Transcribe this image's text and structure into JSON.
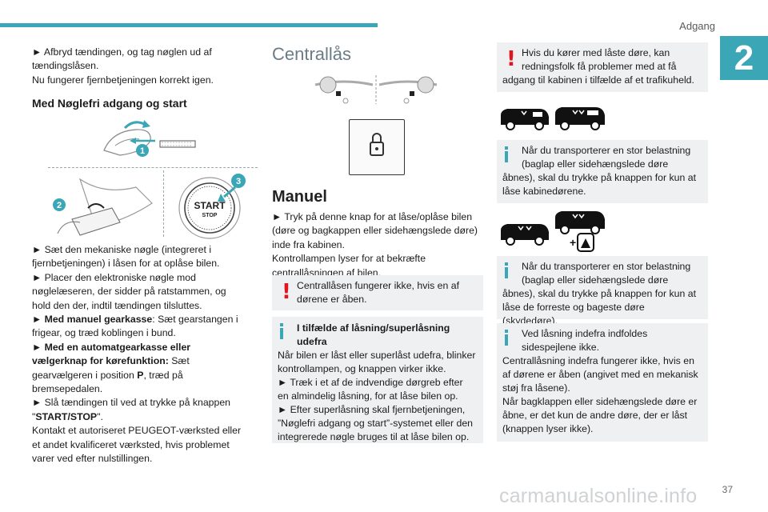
{
  "header": {
    "section": "Adgang",
    "chapter": "2",
    "page_number": "37"
  },
  "watermark": "carmanualsonline.info",
  "left": {
    "intro_1": "► Afbryd tændingen, og tag nøglen ud af",
    "intro_2": "tændingslåsen.",
    "intro_3": "Nu fungerer fjernbetjeningen korrekt igen.",
    "heading": "Med Nøglefri adgang og start",
    "callout_1": "1",
    "callout_2": "2",
    "callout_3": "3",
    "start_button_line1": "START",
    "start_button_line2": "STOP",
    "lines": [
      "► Sæt den mekaniske nøgle (integreret i",
      "fjernbetjeningen) i låsen for at oplåse bilen.",
      "► Placer den elektroniske nøgle mod",
      "nøglelæseren, der sidder på ratstammen, og",
      "hold den der, indtil tændingen tilsluttes."
    ],
    "manual_bold": "► Med manuel gearkasse",
    "manual_rest": ": Sæt gearstangen i",
    "line_frigear": "frigear, og træd koblingen i bund.",
    "auto_bold_1": "► Med en automatgearkasse eller",
    "auto_bold_2": "vælgerknap for kørefunktion:",
    "auto_rest": " Sæt",
    "line_pos_1": "gearvælgeren i position ",
    "line_pos_p": "P",
    "line_pos_2": ", træd på",
    "line_brake": "bremsepedalen.",
    "line_start_1": "► Slå tændingen til ved at trykke på knappen",
    "line_start_q1": "\"",
    "line_start_bold": "START/STOP",
    "line_start_q2": "\".",
    "outro": [
      "Kontakt et autoriseret PEUGEOT-værksted eller",
      "et andet kvalificeret værksted, hvis problemet",
      "varer ved efter nulstillingen."
    ]
  },
  "middle": {
    "title": "Centrallås",
    "subtitle": "Manuel",
    "body": [
      "► Tryk på denne knap for at låse/oplåse bilen",
      "(døre og bagkappen eller sidehængslede døre)",
      "inde fra kabinen.",
      "Kontrollampen lyser for at bekræfte",
      "centrallåsningen af bilen."
    ],
    "warn_1": "Centrallåsen fungerer ikke, hvis en af",
    "warn_2": "dørene er åben.",
    "info_title_1": "I tilfælde af låsning/superlåsning",
    "info_title_2": "udefra",
    "info_lines": [
      "Når bilen er låst eller superlåst udefra, blinker",
      "kontrollampen, og knappen virker ikke.",
      "► Træk i et af de indvendige dørgreb efter",
      "en almindelig låsning, for at låse bilen op.",
      "► Efter superlåsning skal fjernbetjeningen,",
      "”Nøglefri adgang og start”-systemet eller den",
      "integrerede nøgle bruges til at låse bilen op."
    ]
  },
  "right": {
    "warn_1": "Hvis du kører med låste døre, kan",
    "warn_2": "redningsfolk få problemer med at få",
    "warn_3": "adgang til kabinen i tilfælde af et trafikuheld.",
    "info1": [
      "Når du transporterer en stor belastning",
      "(baglap eller sidehængslede døre",
      "åbnes), skal du trykke på knappen for kun at",
      "låse kabinedørene."
    ],
    "info2": [
      "Når du transporterer en stor belastning",
      "(baglap eller sidehængslede døre",
      "åbnes), skal du trykke på knappen for kun at",
      "låse de forreste og bageste døre (skydedøre)."
    ],
    "info3": [
      "Ved låsning indefra indfoldes",
      "sidespejlene ikke.",
      "Centrallåsning indefra fungerer ikke, hvis en",
      "af dørene er åben (angivet med en mekanisk",
      "støj fra låsene).",
      "Når bagklappen eller sidehængslede døre er",
      "åbne, er det kun de andre døre, der er låst",
      "(knappen lyser ikke)."
    ]
  },
  "colors": {
    "accent": "#3aa6b6",
    "warning": "#e0161e",
    "box_bg": "#eff0f1"
  },
  "icons": [
    "warning-icon",
    "info-icon",
    "lock-icon",
    "van-icon",
    "steering-wheel-icon",
    "key-icon"
  ]
}
